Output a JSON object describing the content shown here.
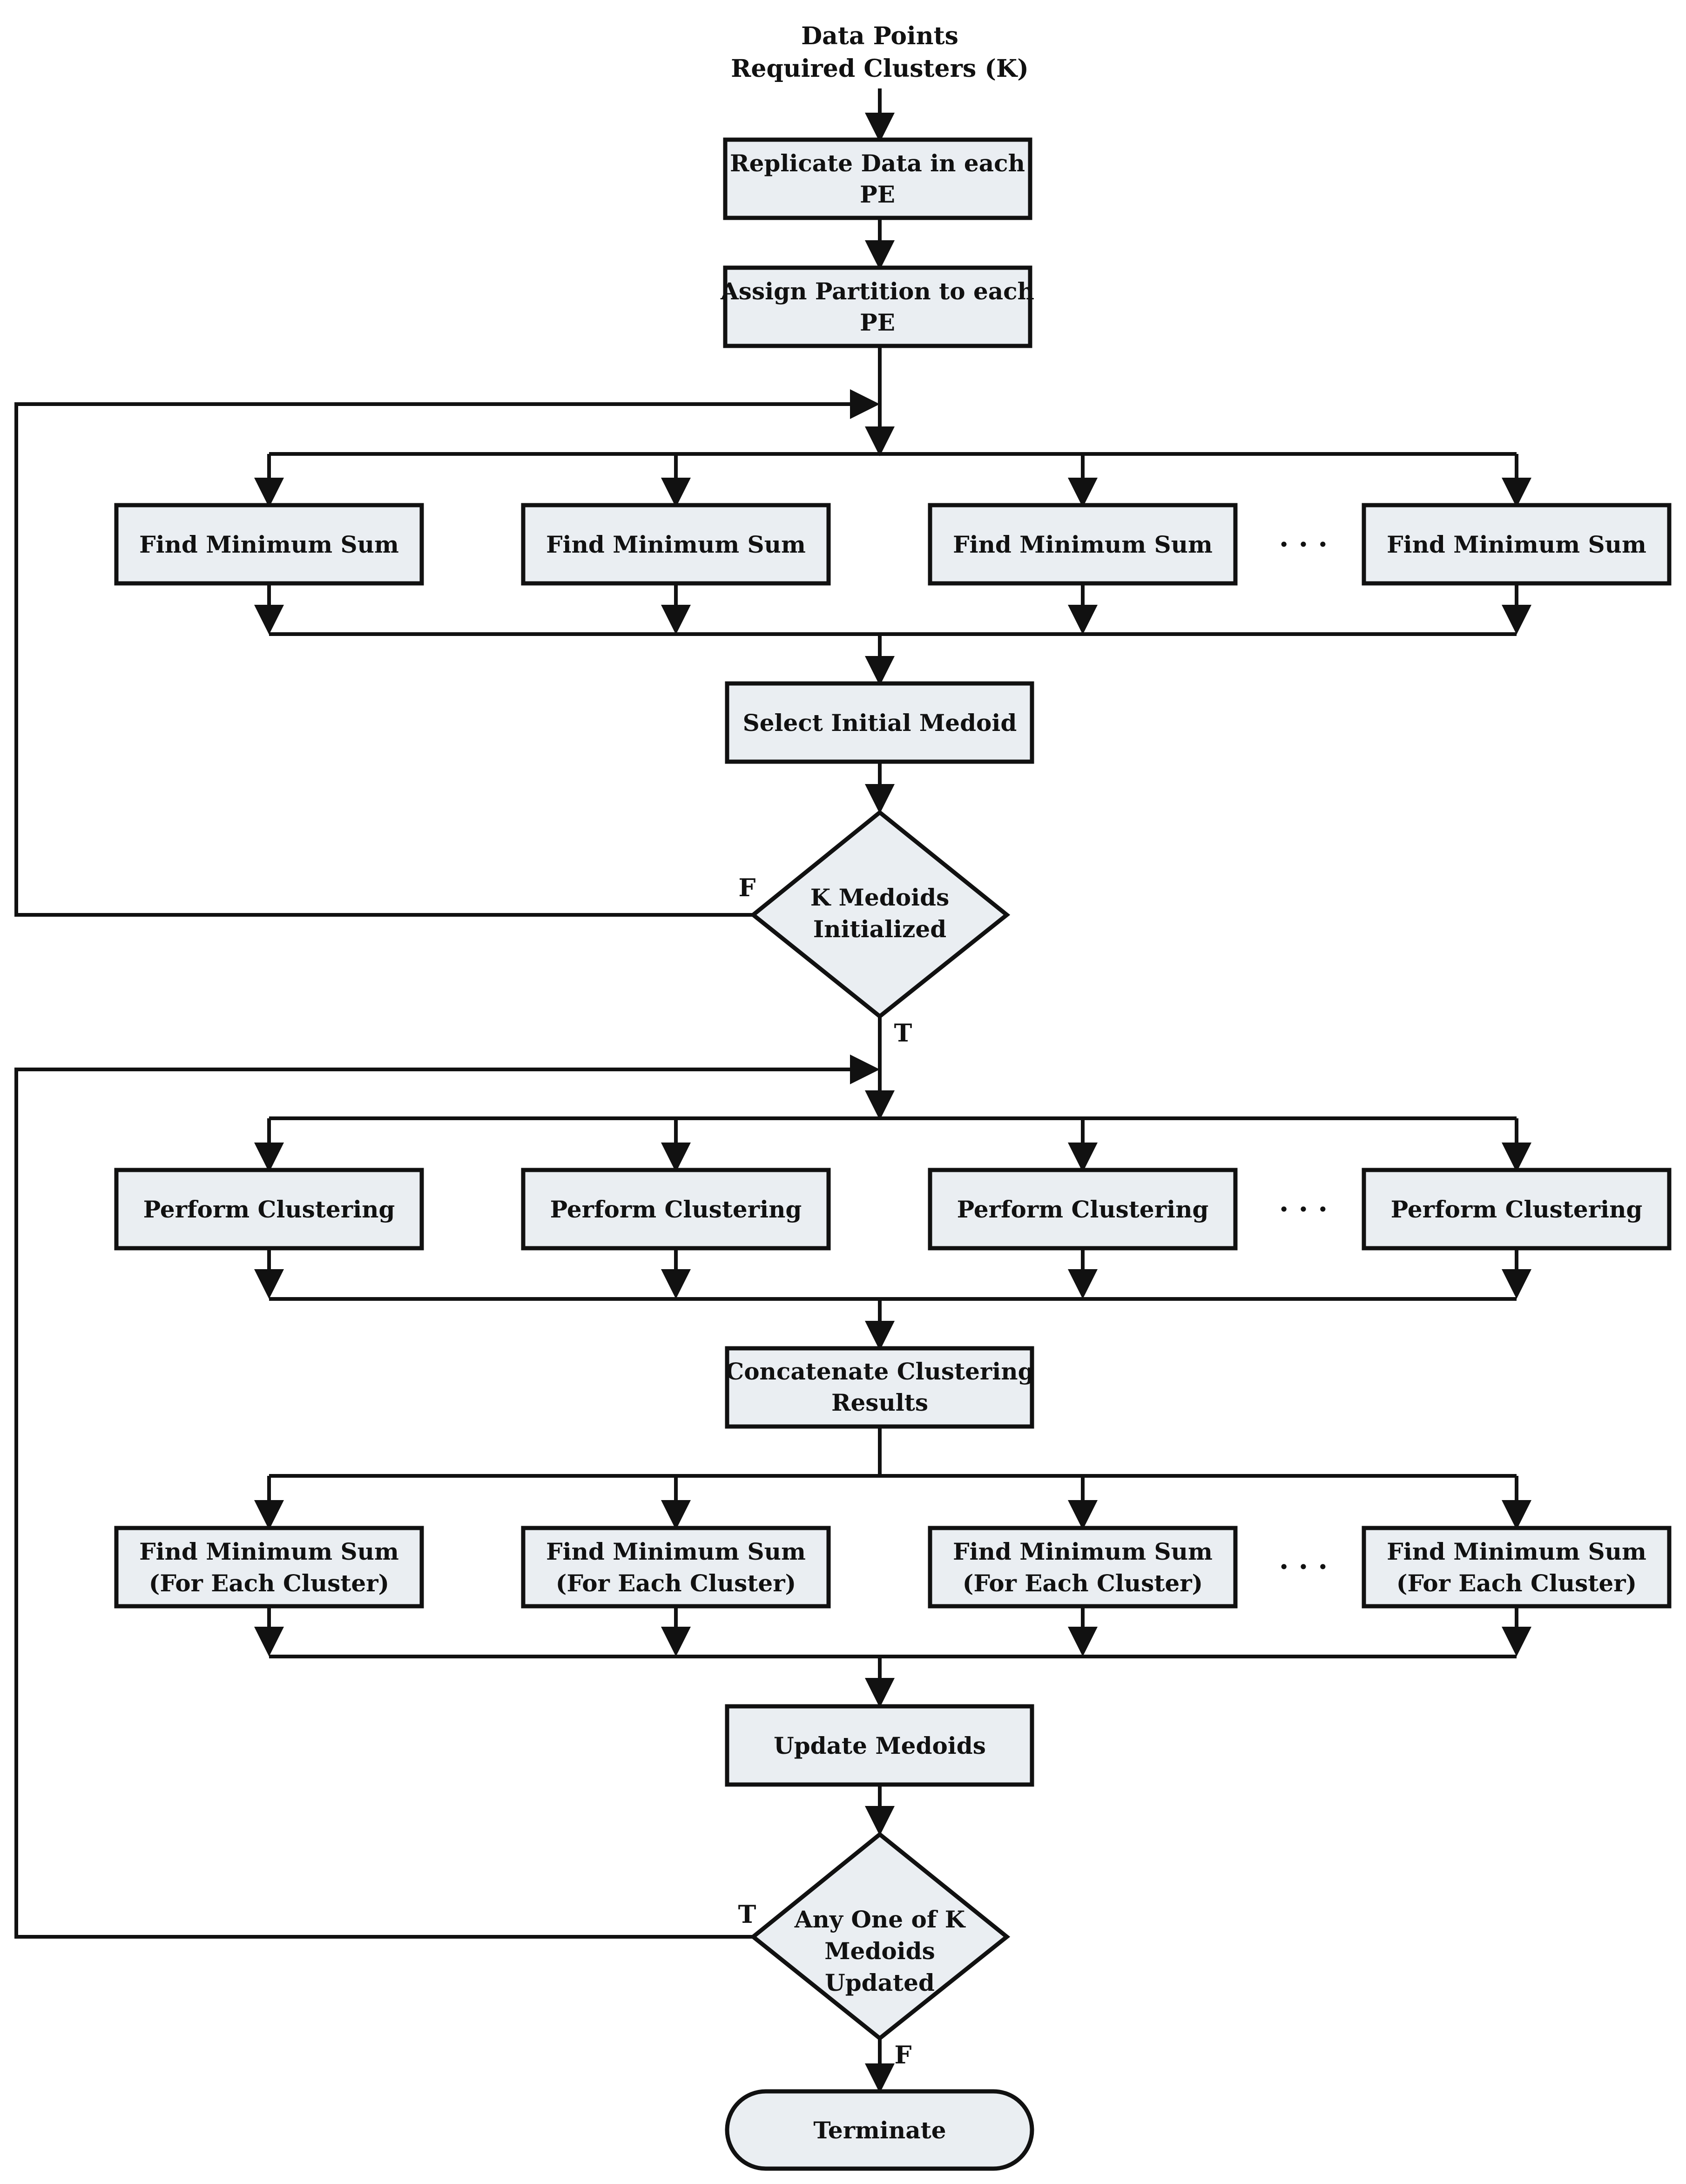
{
  "colors": {
    "box_fill": "#eaeef2",
    "stroke": "#111111",
    "background": "#ffffff"
  },
  "input": {
    "line1": "Data Points",
    "line2": "Required Clusters (K)"
  },
  "replicate": {
    "line1": "Replicate Data in each",
    "line2": "PE"
  },
  "assign": {
    "line1": "Assign Partition to each",
    "line2": "PE"
  },
  "find_min_sum": {
    "labels": [
      "Find Minimum Sum",
      "Find Minimum Sum",
      "Find Minimum Sum",
      "Find Minimum Sum"
    ]
  },
  "select_initial": "Select Initial Medoid",
  "decision1": {
    "line1": "K Medoids",
    "line2": "Initialized",
    "false_label": "F",
    "true_label": "T"
  },
  "perform": {
    "labels": [
      "Perform Clustering",
      "Perform Clustering",
      "Perform Clustering",
      "Perform Clustering"
    ]
  },
  "concat": {
    "line1": "Concatenate Clustering",
    "line2": "Results"
  },
  "find_min_each": {
    "items": [
      {
        "line1": "Find Minimum Sum",
        "line2": "(For Each Cluster)"
      },
      {
        "line1": "Find Minimum Sum",
        "line2": "(For Each Cluster)"
      },
      {
        "line1": "Find Minimum Sum",
        "line2": "(For Each Cluster)"
      },
      {
        "line1": "Find Minimum Sum",
        "line2": "(For Each Cluster)"
      }
    ]
  },
  "ellipsis": "· · ·",
  "update_medoids": "Update Medoids",
  "decision2": {
    "line1": "Any One of K",
    "line2": "Medoids",
    "line3": "Updated",
    "true_label": "T",
    "false_label": "F"
  },
  "terminate": "Terminate"
}
